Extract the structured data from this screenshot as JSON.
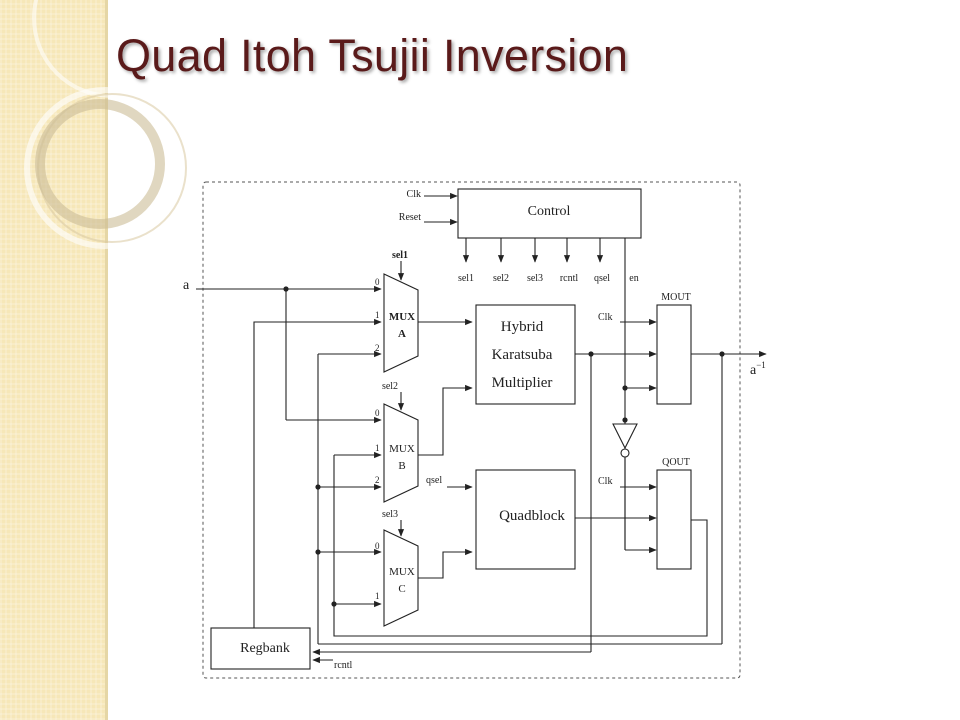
{
  "slide": {
    "title": "Quad Itoh Tsujii Inversion"
  },
  "theme": {
    "title_color": "#5a1a1a",
    "sidebar_color": "#f6e7b8",
    "line_color": "#222222"
  },
  "diagram": {
    "control": {
      "label": "Control",
      "inputs": [
        "Clk",
        "Reset"
      ],
      "outputs": [
        "sel1",
        "sel2",
        "sel3",
        "rcntl",
        "qsel",
        "en"
      ]
    },
    "input_label": "a",
    "output_label": "a",
    "output_superscript": "−1",
    "mux_a": {
      "line1": "MUX",
      "line2": "A",
      "select": "sel1",
      "ports": [
        "0",
        "1",
        "2"
      ]
    },
    "mux_b": {
      "line1": "MUX",
      "line2": "B",
      "select": "sel2",
      "ports": [
        "0",
        "1",
        "2"
      ]
    },
    "mux_c": {
      "line1": "MUX",
      "line2": "C",
      "select": "sel3",
      "ports": [
        "0",
        "1"
      ]
    },
    "multiplier": {
      "lines": [
        "Hybrid",
        "Karatsuba",
        "Multiplier"
      ]
    },
    "quadblock": {
      "label": "Quadblock",
      "select": "qsel"
    },
    "mout": {
      "label": "MOUT",
      "clk": "Clk"
    },
    "qout": {
      "label": "QOUT",
      "clk": "Clk"
    },
    "regbank": {
      "label": "Regbank",
      "control": "rcntl"
    }
  }
}
